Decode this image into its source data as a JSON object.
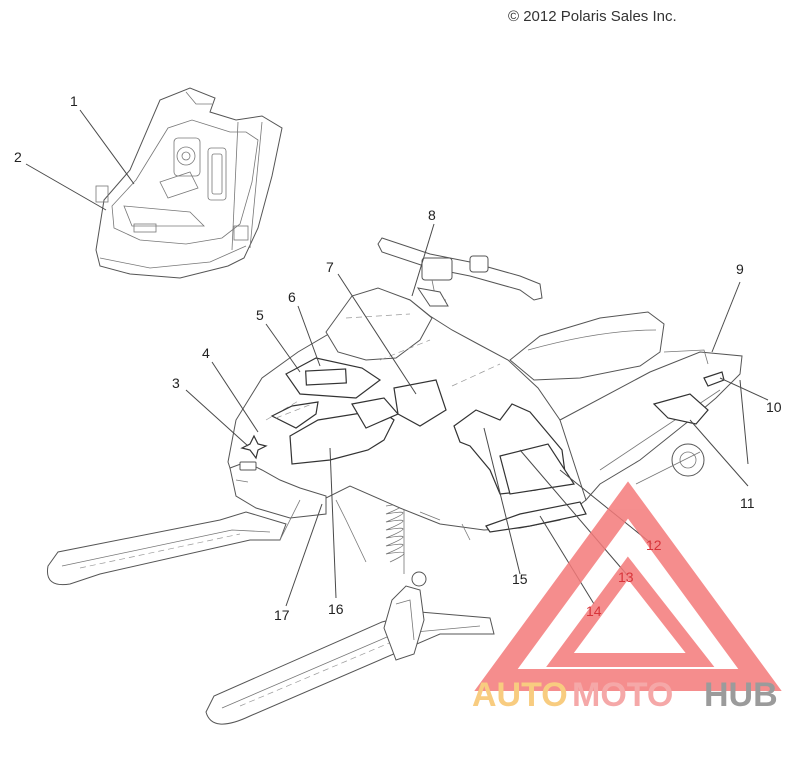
{
  "copyright": "© 2012 Polaris Sales Inc.",
  "callouts": [
    {
      "id": "1",
      "label": "1"
    },
    {
      "id": "2",
      "label": "2"
    },
    {
      "id": "3",
      "label": "3"
    },
    {
      "id": "4",
      "label": "4"
    },
    {
      "id": "5",
      "label": "5"
    },
    {
      "id": "6",
      "label": "6"
    },
    {
      "id": "7",
      "label": "7"
    },
    {
      "id": "8",
      "label": "8"
    },
    {
      "id": "9",
      "label": "9"
    },
    {
      "id": "10",
      "label": "10"
    },
    {
      "id": "11",
      "label": "11"
    },
    {
      "id": "12",
      "label": "12"
    },
    {
      "id": "13",
      "label": "13"
    },
    {
      "id": "14",
      "label": "14"
    },
    {
      "id": "15",
      "label": "15"
    },
    {
      "id": "16",
      "label": "16"
    },
    {
      "id": "17",
      "label": "17"
    }
  ],
  "watermark": {
    "word_1": "AUTO",
    "word_2": "MOTO",
    "word_3": "HUB",
    "colors": {
      "auto": "#f7c46a",
      "moto": "#f49a9a",
      "hub": "#8a8a8a",
      "triangle": "#f47a7a"
    }
  }
}
